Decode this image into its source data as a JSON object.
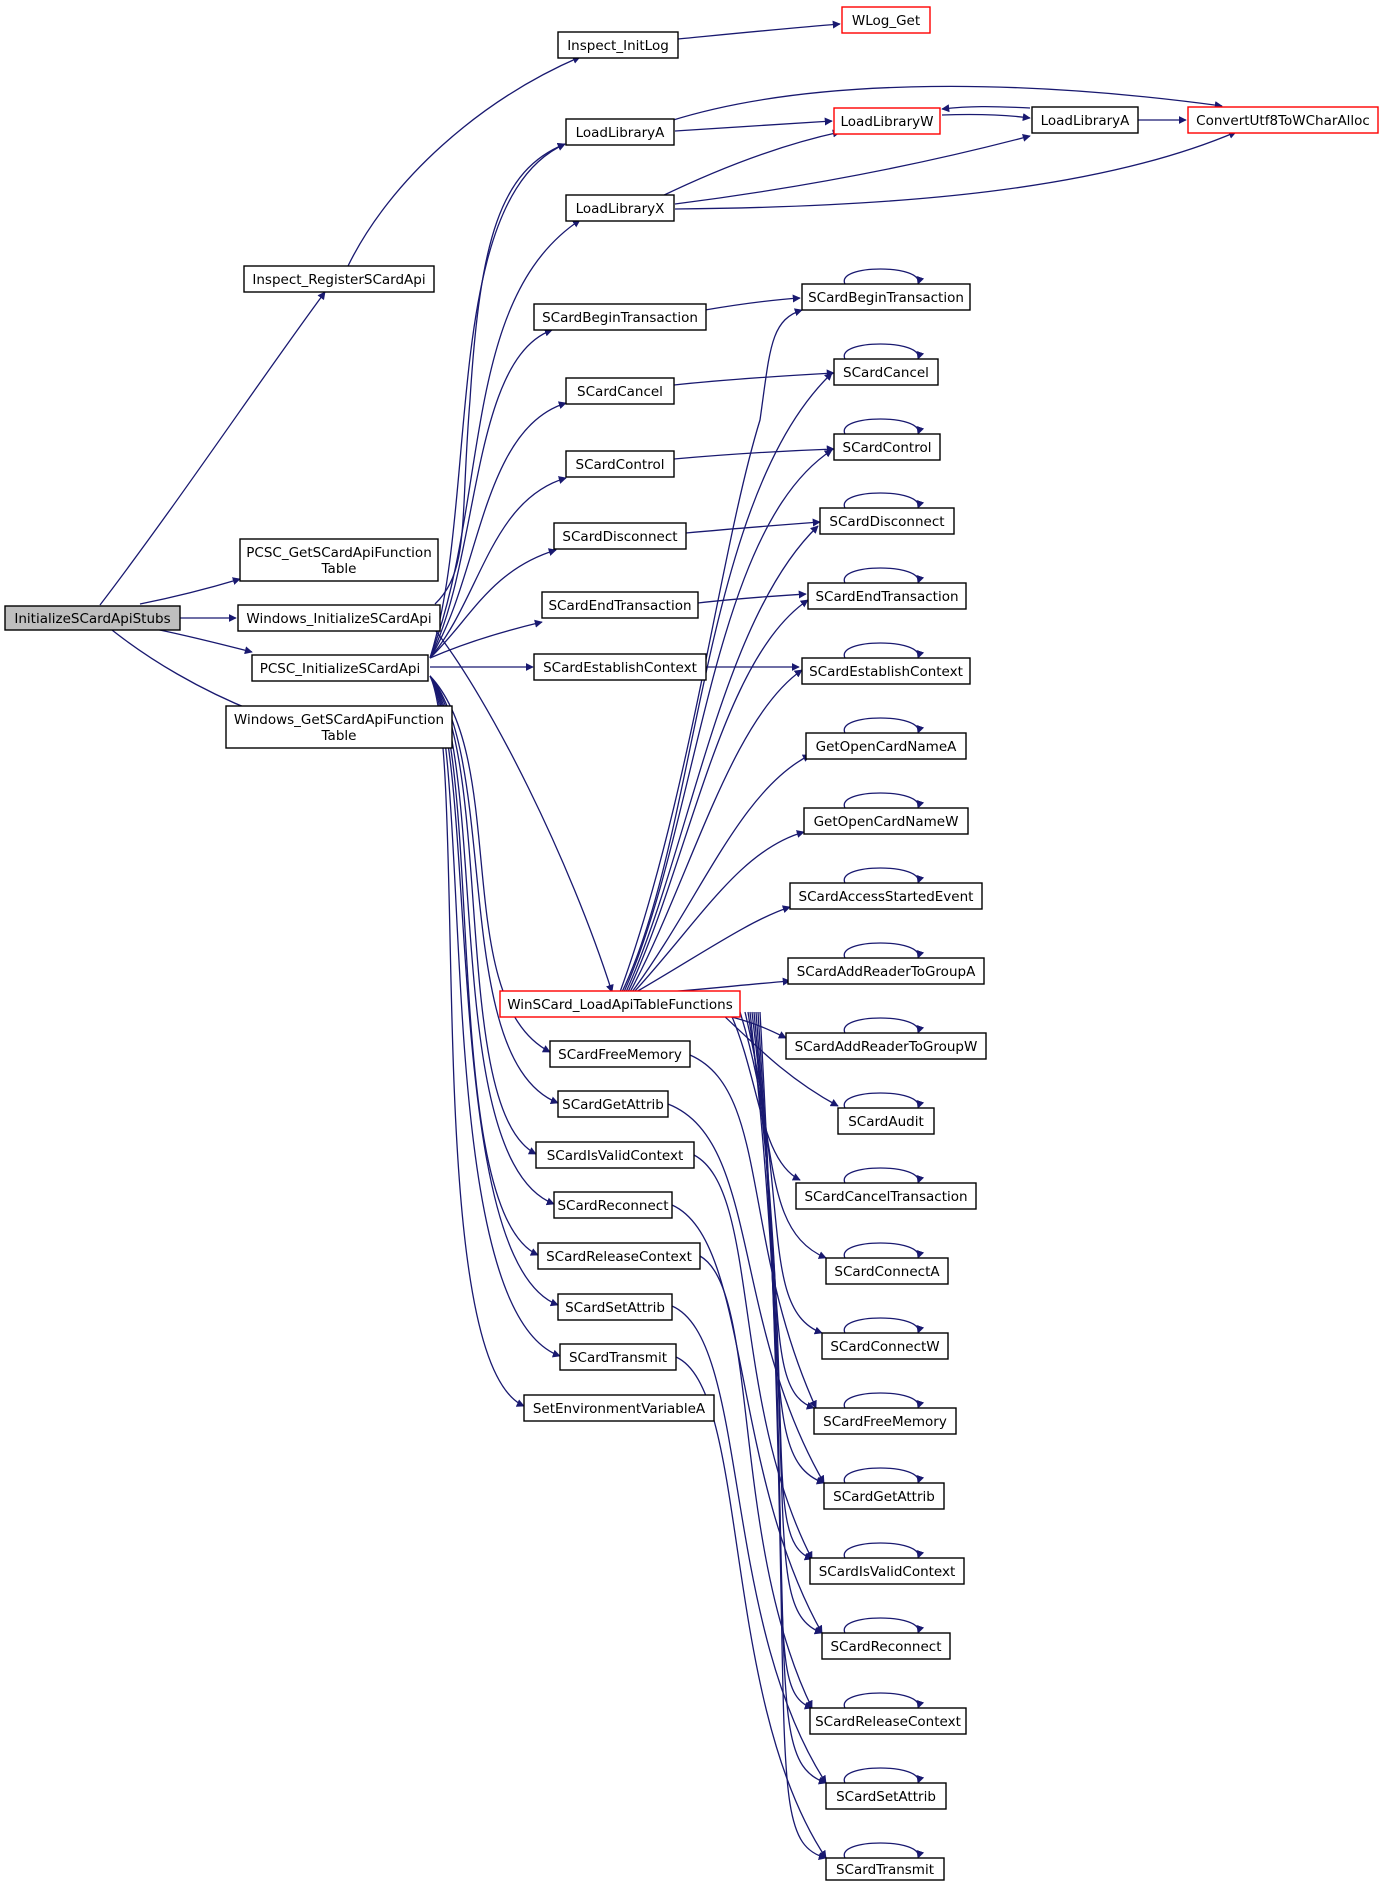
{
  "colors": {
    "edge": "#191970",
    "root_fill": "#bfbfbf",
    "external_border": "#ff0000"
  },
  "nodes": {
    "initialize_scard_api_stubs": "InitializeSCardApiStubs",
    "inspect_register_scard_api": "Inspect_RegisterSCardApi",
    "inspect_init_log": "Inspect_InitLog",
    "wlog_get": "WLog_Get",
    "pcsc_get_scard_api_function_table_1": "PCSC_GetSCardApiFunction",
    "pcsc_get_scard_api_function_table_2": "Table",
    "windows_initialize_scard_api": "Windows_InitializeSCardApi",
    "pcsc_initialize_scard_api": "PCSC_InitializeSCardApi",
    "windows_get_scard_api_function_table_1": "Windows_GetSCardApiFunction",
    "windows_get_scard_api_function_table_2": "Table",
    "load_library_a_pcsc": "LoadLibraryA",
    "load_library_x": "LoadLibraryX",
    "load_library_w": "LoadLibraryW",
    "load_library_a": "LoadLibraryA",
    "convert_utf8_to_wchar_alloc": "ConvertUtf8ToWCharAlloc",
    "pcsc_begin_transaction": "SCardBeginTransaction",
    "pcsc_cancel": "SCardCancel",
    "pcsc_control": "SCardControl",
    "pcsc_disconnect": "SCardDisconnect",
    "pcsc_end_transaction": "SCardEndTransaction",
    "pcsc_establish_context": "SCardEstablishContext",
    "winscard_load_api_table_functions": "WinSCard_LoadApiTableFunctions",
    "pcsc_free_memory": "SCardFreeMemory",
    "pcsc_get_attrib": "SCardGetAttrib",
    "pcsc_is_valid_context": "SCardIsValidContext",
    "pcsc_reconnect": "SCardReconnect",
    "pcsc_release_context": "SCardReleaseContext",
    "pcsc_set_attrib": "SCardSetAttrib",
    "pcsc_transmit": "SCardTransmit",
    "set_environment_variable_a": "SetEnvironmentVariableA",
    "r_begin_transaction": "SCardBeginTransaction",
    "r_cancel": "SCardCancel",
    "r_control": "SCardControl",
    "r_disconnect": "SCardDisconnect",
    "r_end_transaction": "SCardEndTransaction",
    "r_establish_context": "SCardEstablishContext",
    "r_get_open_card_name_a": "GetOpenCardNameA",
    "r_get_open_card_name_w": "GetOpenCardNameW",
    "r_access_started_event": "SCardAccessStartedEvent",
    "r_add_reader_to_group_a": "SCardAddReaderToGroupA",
    "r_add_reader_to_group_w": "SCardAddReaderToGroupW",
    "r_audit": "SCardAudit",
    "r_cancel_transaction": "SCardCancelTransaction",
    "r_connect_a": "SCardConnectA",
    "r_connect_w": "SCardConnectW",
    "r_free_memory": "SCardFreeMemory",
    "r_get_attrib": "SCardGetAttrib",
    "r_is_valid_context": "SCardIsValidContext",
    "r_reconnect": "SCardReconnect",
    "r_release_context": "SCardReleaseContext",
    "r_set_attrib": "SCardSetAttrib",
    "r_transmit": "SCardTransmit"
  }
}
